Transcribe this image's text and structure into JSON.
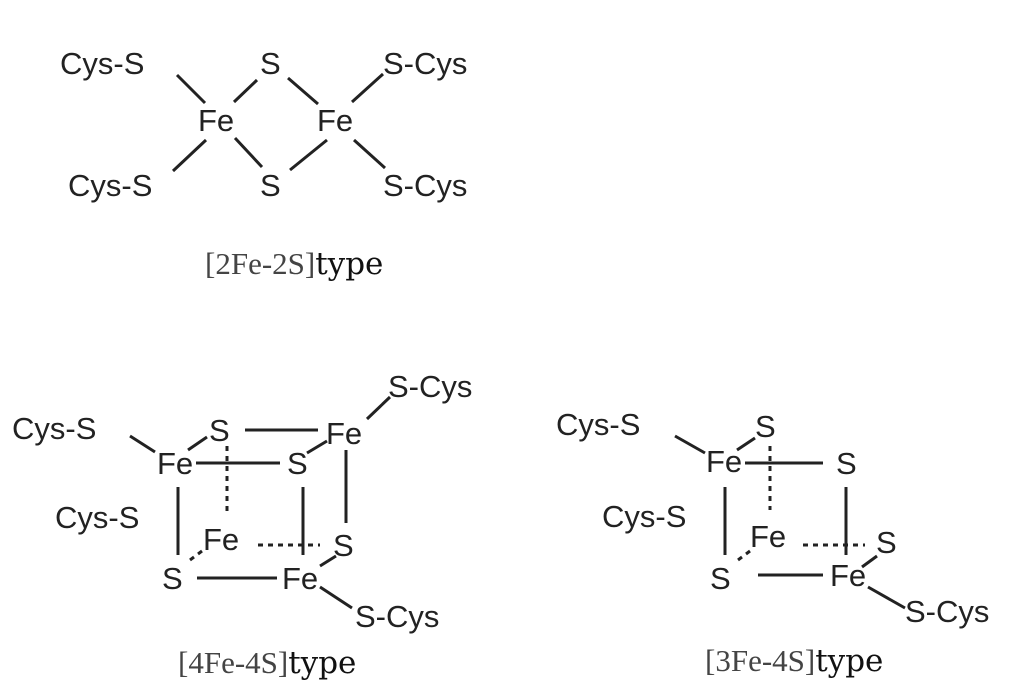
{
  "diagrams": [
    {
      "id": "2fe2s",
      "caption_formula": "[2Fe-2S]",
      "caption_word": "type",
      "labels": [
        "Cys-S",
        "S",
        "S-Cys",
        "Fe",
        "Fe",
        "Cys-S",
        "S",
        "S-Cys"
      ]
    },
    {
      "id": "4fe4s",
      "caption_formula": "[4Fe-4S]",
      "caption_word": "type",
      "labels": [
        "S-Cys",
        "Cys-S",
        "S",
        "Fe",
        "Fe",
        "S",
        "Cys-S",
        "Fe",
        "S",
        "S",
        "Fe",
        "S-Cys"
      ]
    },
    {
      "id": "3fe4s",
      "caption_formula": "[3Fe-4S]",
      "caption_word": "type",
      "labels": [
        "Cys-S",
        "S",
        "Fe",
        "S",
        "Cys-S",
        "Fe",
        "S",
        "S",
        "Fe",
        "S-Cys"
      ]
    }
  ]
}
